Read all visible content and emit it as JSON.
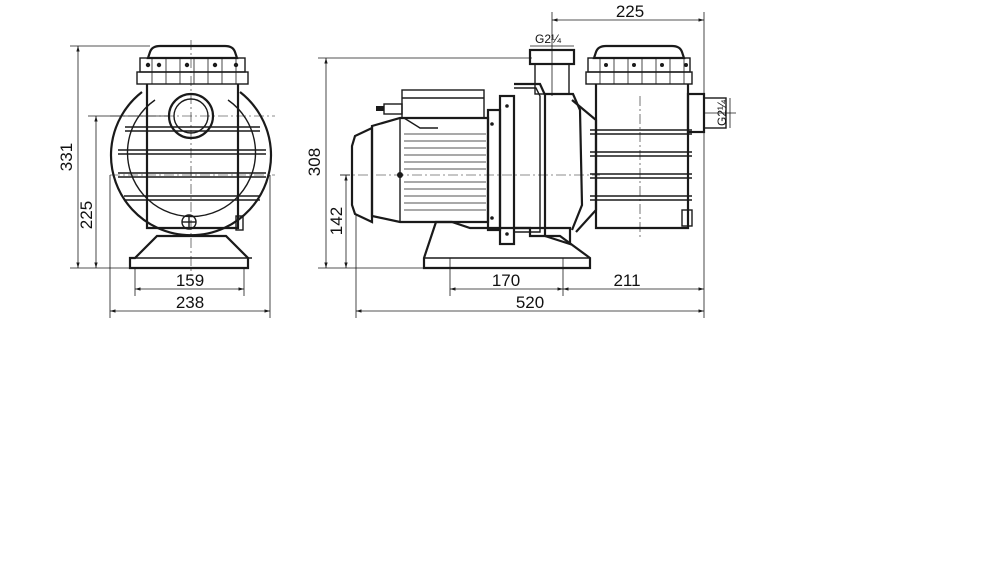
{
  "dimensions": {
    "front_height_total": "331",
    "front_height_outlet": "225",
    "front_foot_spacing": "159",
    "front_width_total": "238",
    "side_height_total": "308",
    "side_axis_height": "142",
    "side_foot_spacing": "170",
    "side_foot_to_inlet": "211",
    "side_length_total": "520",
    "side_outlet_to_inlet": "225"
  },
  "threads": {
    "outlet": "G2¼",
    "inlet": "G2¼"
  }
}
